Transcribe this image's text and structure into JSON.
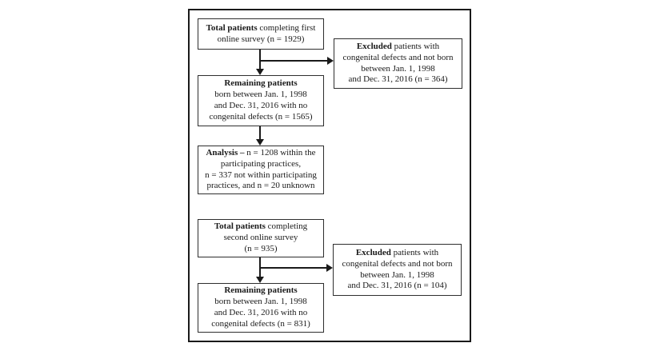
{
  "figure": {
    "colors": {
      "line": "#1a1a1a",
      "box_border": "#2e2e2e",
      "background": "#ffffff"
    },
    "boxes": {
      "total_first": {
        "line1_bold": "Total patients",
        "line1_rest": " completing first",
        "line2": "online survey (n = 1929)"
      },
      "excluded_first": {
        "line1_bold": "Excluded",
        "line1_rest": " patients with",
        "line2": "congenital defects and not born",
        "line3": "between Jan. 1, 1998",
        "line4": "and Dec. 31, 2016 (n = 364)"
      },
      "remaining_first": {
        "line1_bold": "Remaining patients",
        "line2": "born between Jan. 1, 1998",
        "line3": "and Dec. 31, 2016 with no",
        "line4": "congenital defects (n = 1565)"
      },
      "analysis": {
        "line1_bold": "Analysis – ",
        "line1_rest": "n = 1208 within the",
        "line2": "participating practices,",
        "line3": "n = 337 not within participating",
        "line4": "practices, and n = 20 unknown"
      },
      "total_second": {
        "line1_bold": "Total patients",
        "line1_rest": " completing",
        "line2": "second online survey",
        "line3": "(n = 935)"
      },
      "excluded_second": {
        "line1_bold": "Excluded",
        "line1_rest": " patients with",
        "line2": "congenital defects and not born",
        "line3": "between Jan. 1, 1998",
        "line4": "and Dec. 31, 2016 (n = 104)"
      },
      "remaining_second": {
        "line1_bold": "Remaining patients",
        "line2": "born between Jan. 1, 1998",
        "line3": "and Dec. 31, 2016 with no",
        "line4": "congenital defects (n = 831)"
      }
    }
  }
}
